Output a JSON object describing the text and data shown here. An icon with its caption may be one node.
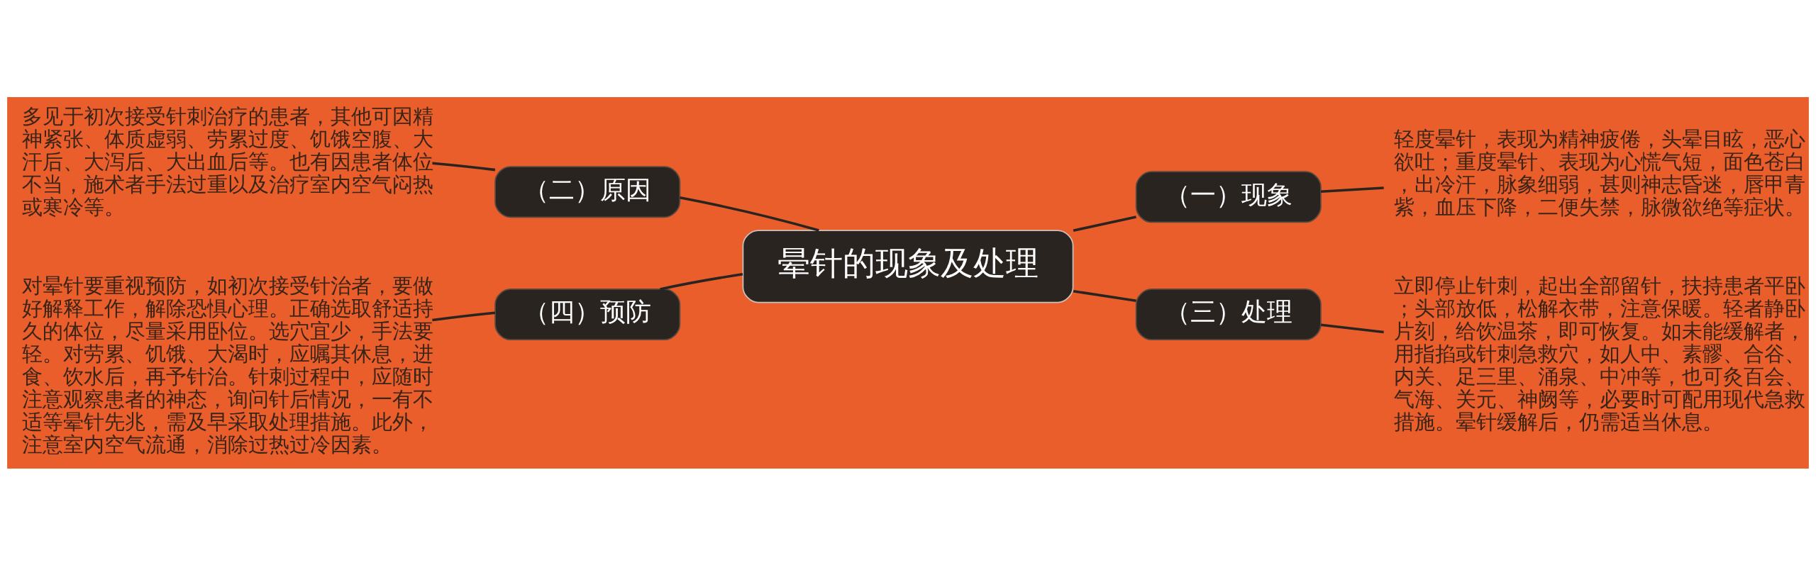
{
  "diagram": {
    "nodes": [
      {
        "text": [
          "晕针的现象及处理"
        ]
      },
      {
        "text": [
          "（一）现象"
        ]
      },
      {
        "text": [
          "轻度晕针，表现为精神疲倦，头晕目眩，恶心欲吐；重度晕针、表现为心慌气短，面色苍白，出冷汗，脉象细弱，甚则神志昏迷，唇甲青紫，血压下降，二便失禁，脉微欲绝等症状。"
        ]
      },
      {
        "text": [
          "（二）原因"
        ]
      },
      {
        "text": [
          "多见于初次接受针刺治疗的患者，其他可因精神紧张、体质虚弱、劳累过度、饥饿空腹、大汗后、大泻后、大出血后等。也有因患者体位不当，施术者手法过重以及治疗室内空气闷热或寒冷等。"
        ]
      },
      {
        "text": [
          "（三）处理"
        ]
      },
      {
        "text": [
          "立即停止针刺，起出全部留针，扶持患者平卧；头部放低，松解衣带，注意保暖。轻者静卧片刻，给饮温茶，即可恢复。如未能缓解者，用指掐或针刺急救穴，如人中、素髎、合谷、内关、足三里、涌泉、中冲等，也可灸百会、气海、关元、神阙等，必要时可配用现代急救措施。晕针缓解后，仍需适当休息。"
        ]
      },
      {
        "text": [
          "（四）预防"
        ]
      },
      {
        "text": [
          "对晕针要重视预防，如初次接受针治者，要做好解释工作，解除恐惧心理。正确选取舒适持久的体位，尽量采用卧位。选穴宜少，手法要轻。对劳累、饥饿、大渴时，应嘱其休息，进食、饮水后，再予针治。针刺过程中，应随时注意观察患者的神态，询问针后情况，一有不适等晕针先兆，需及早采取处理措施。此外，注意室内空气流通，消除过热过冷因素。"
        ]
      }
    ],
    "edges": [
      {
        "from": 0,
        "to": 1,
        "arrow": "none"
      },
      {
        "from": 1,
        "to": 2,
        "arrow": "none"
      },
      {
        "from": 0,
        "to": 3,
        "arrow": "none"
      },
      {
        "from": 3,
        "to": 4,
        "arrow": "none"
      },
      {
        "from": 0,
        "to": 5,
        "arrow": "none"
      },
      {
        "from": 5,
        "to": 6,
        "arrow": "none"
      },
      {
        "from": 0,
        "to": 7,
        "arrow": "none"
      },
      {
        "from": 7,
        "to": 8,
        "arrow": "none"
      }
    ]
  }
}
